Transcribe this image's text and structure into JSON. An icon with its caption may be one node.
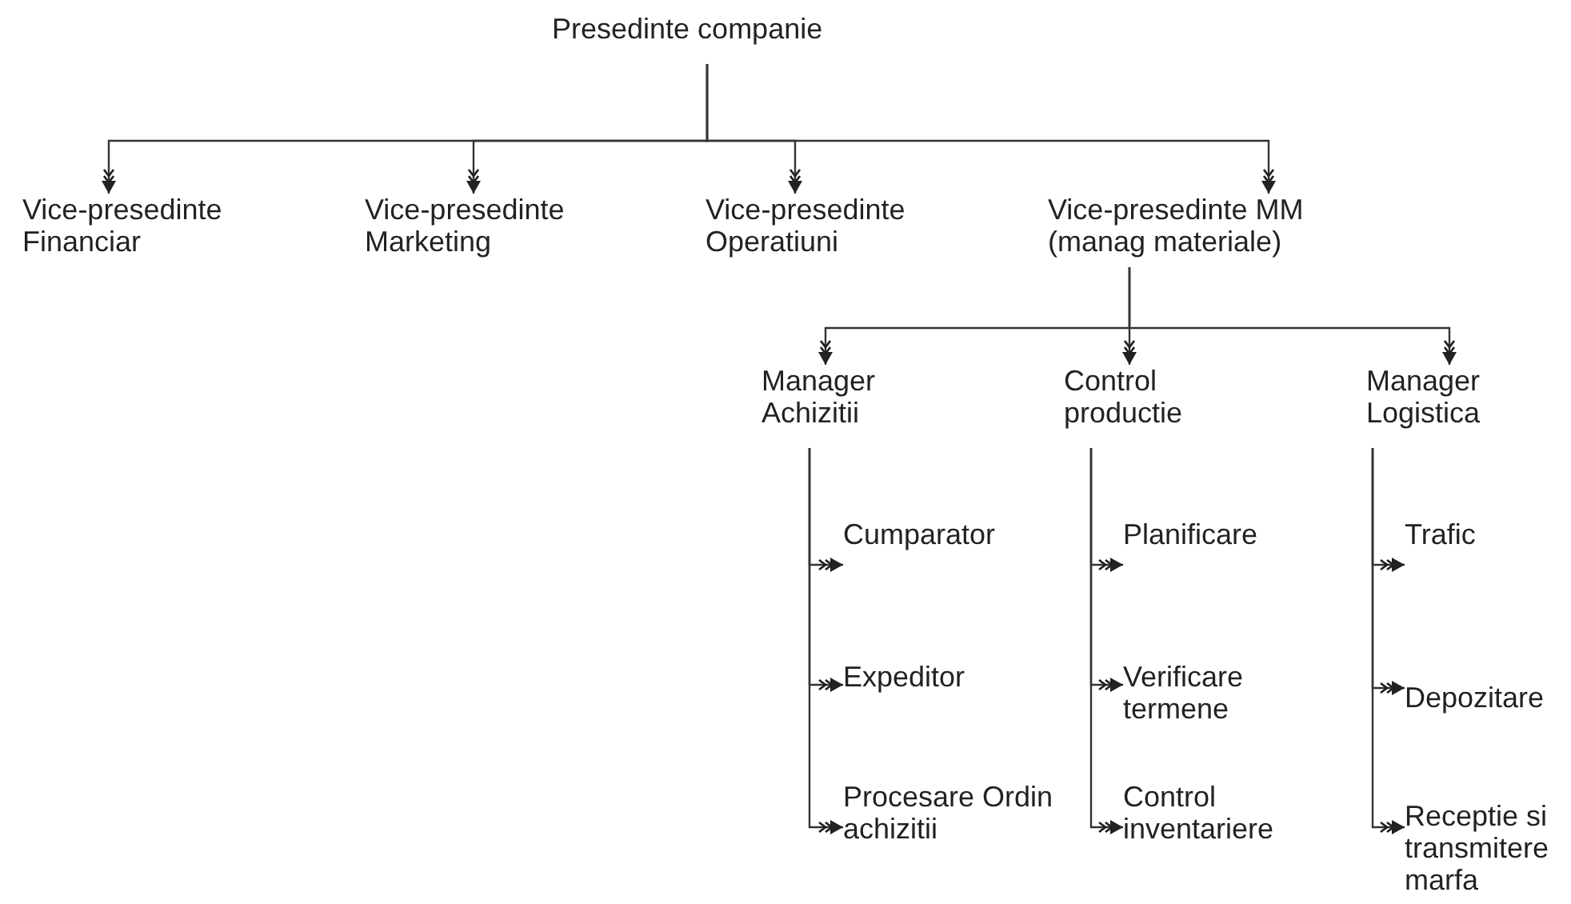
{
  "diagram": {
    "nodes": [
      {
        "text": [
          "Presedinte companie"
        ]
      },
      {
        "text": [
          "Vice-presedinte Financiar"
        ]
      },
      {
        "text": [
          "Vice-presedinte Marketing"
        ]
      },
      {
        "text": [
          "Vice-presedinte Operatiuni"
        ]
      },
      {
        "text": [
          "Vice-presedinte MM (manag materiale)"
        ]
      },
      {
        "text": [
          "Manager Achizitii"
        ]
      },
      {
        "text": [
          "Control productie"
        ]
      },
      {
        "text": [
          "Manager Logistica"
        ]
      },
      {
        "text": [
          "Cumparator"
        ]
      },
      {
        "text": [
          "Expeditor"
        ]
      },
      {
        "text": [
          "Procesare Ordin achizitii"
        ]
      },
      {
        "text": [
          "Planificare"
        ]
      },
      {
        "text": [
          "Verificare termene"
        ]
      },
      {
        "text": [
          "Control inventariere"
        ]
      },
      {
        "text": [
          "Trafic"
        ]
      },
      {
        "text": [
          "Depozitare"
        ]
      },
      {
        "text": [
          "Receptie si transmitere marfa"
        ]
      }
    ],
    "edges": [
      {
        "from": 0,
        "to": 1,
        "arrow": "to"
      },
      {
        "from": 0,
        "to": 2,
        "arrow": "to"
      },
      {
        "from": 0,
        "to": 3,
        "arrow": "to"
      },
      {
        "from": 0,
        "to": 4,
        "arrow": "to"
      },
      {
        "from": 4,
        "to": 5,
        "arrow": "to"
      },
      {
        "from": 4,
        "to": 6,
        "arrow": "to"
      },
      {
        "from": 4,
        "to": 7,
        "arrow": "to"
      },
      {
        "from": 5,
        "to": 8,
        "arrow": "to"
      },
      {
        "from": 5,
        "to": 9,
        "arrow": "to"
      },
      {
        "from": 5,
        "to": 10,
        "arrow": "to"
      },
      {
        "from": 6,
        "to": 11,
        "arrow": "to"
      },
      {
        "from": 6,
        "to": 12,
        "arrow": "to"
      },
      {
        "from": 6,
        "to": 13,
        "arrow": "to"
      },
      {
        "from": 7,
        "to": 14,
        "arrow": "to"
      },
      {
        "from": 7,
        "to": 15,
        "arrow": "to"
      },
      {
        "from": 7,
        "to": 16,
        "arrow": "to"
      }
    ]
  }
}
